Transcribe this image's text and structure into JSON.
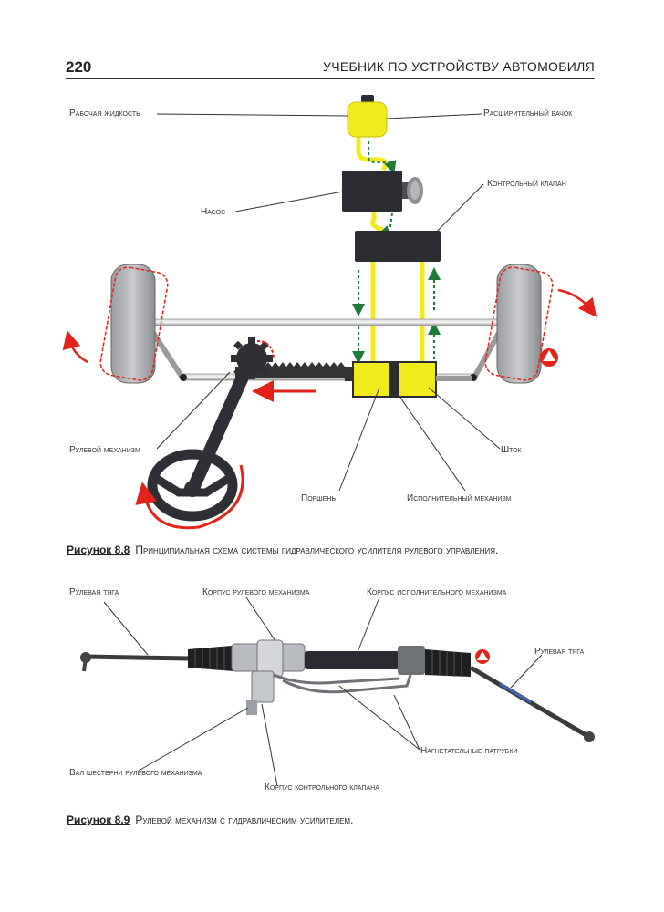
{
  "header": {
    "page_number": "220",
    "book_title": "УЧЕБНИК ПО УСТРОЙСТВУ АВТОМОБИЛЯ"
  },
  "figure1": {
    "labels": {
      "working_fluid": "Рабочая жидкость",
      "reservoir": "Расширительный бачок",
      "pump": "Насос",
      "control_valve": "Контрольный клапан",
      "steering_gear": "Рулевой механизм",
      "rod": "Шток",
      "piston": "Поршень",
      "actuator": "Исполнительный механизм"
    },
    "caption_number": "Рисунок 8.8",
    "caption_text": "Принципиальная схема системы гидравлического усилителя рулевого управления."
  },
  "figure2": {
    "labels": {
      "tie_rod_left": "Рулевая тяга",
      "gear_housing": "Корпус рулевого механизма",
      "actuator_housing": "Корпус исполнительного механизма",
      "tie_rod_right": "Рулевая тяга",
      "pressure_pipes": "Нагнетательные патрубки",
      "pinion_shaft": "Вал шестерни рулевого механизма",
      "valve_housing": "Корпус контрольного клапана"
    },
    "caption_number": "Рисунок 8.9",
    "caption_text": "Рулевой механизм с гидравлическим усилителем."
  },
  "colors": {
    "fluid_yellow": "#f2ea1c",
    "unit_dark": "#2b2d33",
    "arrow_red": "#e2231a",
    "arrow_green": "#1f7a3a"
  }
}
